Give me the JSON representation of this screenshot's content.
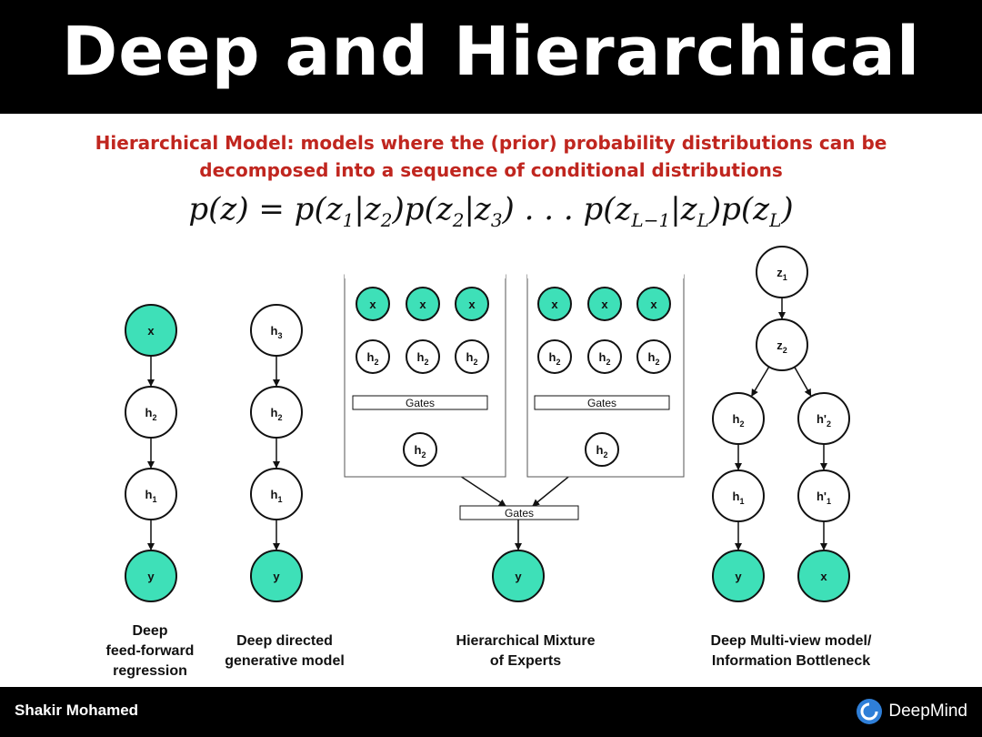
{
  "header": {
    "title": "Deep and Hierarchical"
  },
  "definition": {
    "line1": "Hierarchical Model: models where the (prior) probability distributions can be",
    "line2": "decomposed into a sequence of conditional distributions"
  },
  "formula": "p(z) = p(z1|z2)p(z2|z3)...p(zL−1|zL)p(zL)",
  "colors": {
    "observed_node": "#3ee0b8",
    "latent_node": "#ffffff",
    "title": "#c0261f"
  },
  "nodes": {
    "x": "x",
    "y": "y",
    "h1": {
      "base": "h",
      "sub": "1"
    },
    "h2": {
      "base": "h",
      "sub": "2"
    },
    "h3": {
      "base": "h",
      "sub": "3"
    },
    "z1": {
      "base": "z",
      "sub": "1"
    },
    "z2": {
      "base": "z",
      "sub": "2"
    },
    "h1p": {
      "base": "h'",
      "sub": "1"
    },
    "h2p": {
      "base": "h'",
      "sub": "2"
    },
    "gates": "Gates"
  },
  "captions": {
    "ff": [
      "Deep",
      "feed-forward",
      "regression"
    ],
    "gen": [
      "Deep directed",
      "generative model"
    ],
    "hme": [
      "Hierarchical Mixture",
      "of Experts"
    ],
    "mv": [
      "Deep Multi-view model/",
      "Information Bottleneck"
    ]
  },
  "footer": {
    "author": "Shakir Mohamed",
    "brand": "DeepMind",
    "brand_icon": "deepmind-logo-icon"
  }
}
